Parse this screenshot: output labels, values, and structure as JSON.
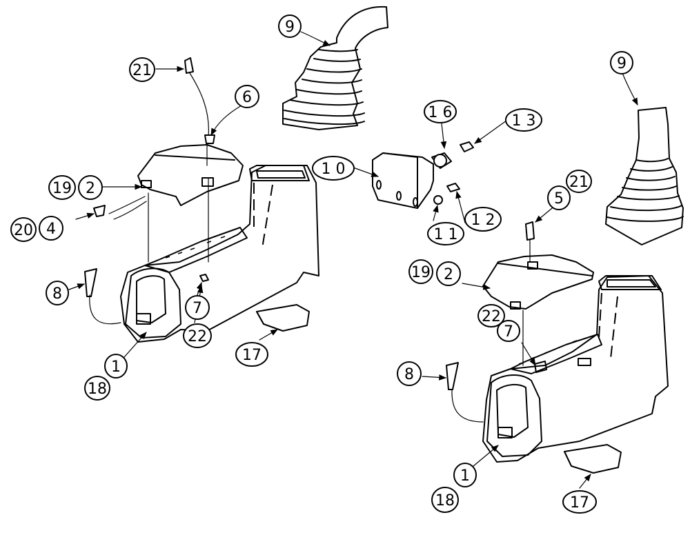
{
  "callouts": [
    {
      "id": "c-9a",
      "label": "9"
    },
    {
      "id": "c-21a",
      "label": "21"
    },
    {
      "id": "c-6",
      "label": "6"
    },
    {
      "id": "c-19a",
      "label": "19"
    },
    {
      "id": "c-2a",
      "label": "2"
    },
    {
      "id": "c-20",
      "label": "20"
    },
    {
      "id": "c-4",
      "label": "4"
    },
    {
      "id": "c-8a",
      "label": "8"
    },
    {
      "id": "c-7a",
      "label": "7"
    },
    {
      "id": "c-22a",
      "label": "22"
    },
    {
      "id": "c-1a",
      "label": "1"
    },
    {
      "id": "c-18a",
      "label": "18"
    },
    {
      "id": "c-17a",
      "label": "17"
    },
    {
      "id": "c-16",
      "label": "1 6"
    },
    {
      "id": "c-13",
      "label": "1 3"
    },
    {
      "id": "c-10",
      "label": "1 0"
    },
    {
      "id": "c-12",
      "label": "1 2"
    },
    {
      "id": "c-11",
      "label": "1 1"
    },
    {
      "id": "c-9b",
      "label": "9"
    },
    {
      "id": "c-21b",
      "label": "21"
    },
    {
      "id": "c-5",
      "label": "5"
    },
    {
      "id": "c-19b",
      "label": "19"
    },
    {
      "id": "c-2b",
      "label": "2"
    },
    {
      "id": "c-22b",
      "label": "22"
    },
    {
      "id": "c-7b",
      "label": "7"
    },
    {
      "id": "c-8b",
      "label": "8"
    },
    {
      "id": "c-1b",
      "label": "1"
    },
    {
      "id": "c-18b",
      "label": "18"
    },
    {
      "id": "c-17b",
      "label": "17"
    }
  ]
}
